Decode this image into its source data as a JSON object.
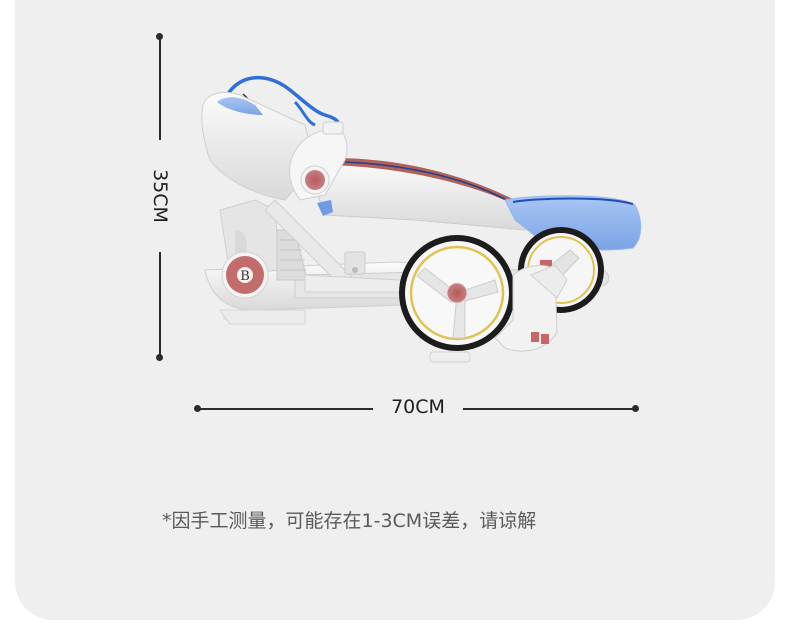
{
  "dimensions": {
    "height_label": "35CM",
    "width_label": "70CM"
  },
  "note": {
    "text": "*因手工测量，可能存在1-3CM误差，请谅解"
  },
  "product": {
    "name": "folded-stroller",
    "colors": {
      "frame": "#f4f4f4",
      "frame_shadow": "#d6d6d6",
      "seat_blue": "#8fb4ee",
      "bar_blue": "#2f6fd8",
      "accent_red": "#b9585a",
      "seat_brown": "#b0625a",
      "tire": "#1c1c1c",
      "rim_gold": "#e2c24e"
    },
    "badge_letter": "B"
  },
  "colors": {
    "background": "#ffffff",
    "card": "#efefef",
    "line": "#2b2b2b",
    "label_text": "#1e1e1e",
    "note_text": "#5a5a5a"
  }
}
